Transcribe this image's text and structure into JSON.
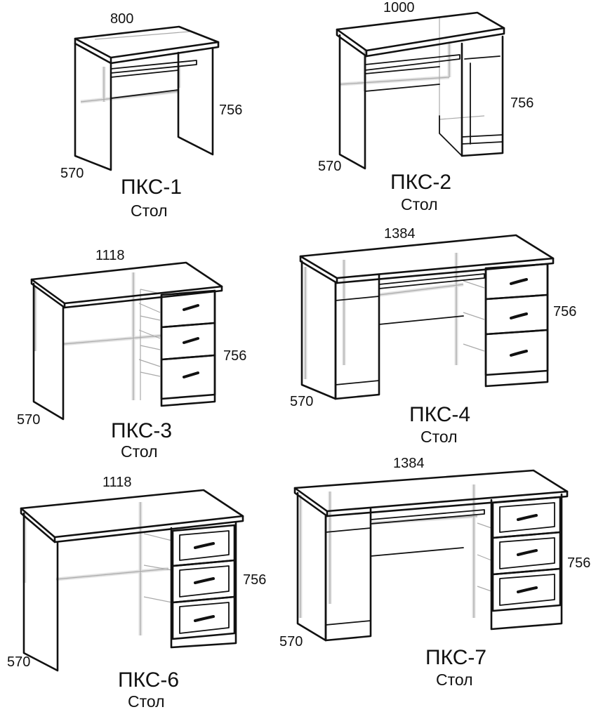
{
  "items": [
    {
      "code": "ПКС-1",
      "name": "Стол",
      "width": "800",
      "depth": "570",
      "height": "756"
    },
    {
      "code": "ПКС-2",
      "name": "Стол",
      "width": "1000",
      "depth": "570",
      "height": "756"
    },
    {
      "code": "ПКС-3",
      "name": "Стол",
      "width": "1118",
      "depth": "570",
      "height": "756"
    },
    {
      "code": "ПКС-4",
      "name": "Стол",
      "width": "1384",
      "depth": "570",
      "height": "756"
    },
    {
      "code": "ПКС-6",
      "name": "Стол",
      "width": "1118",
      "depth": "570",
      "height": "756"
    },
    {
      "code": "ПКС-7",
      "name": "Стол",
      "width": "1384",
      "depth": "570",
      "height": "756"
    }
  ]
}
